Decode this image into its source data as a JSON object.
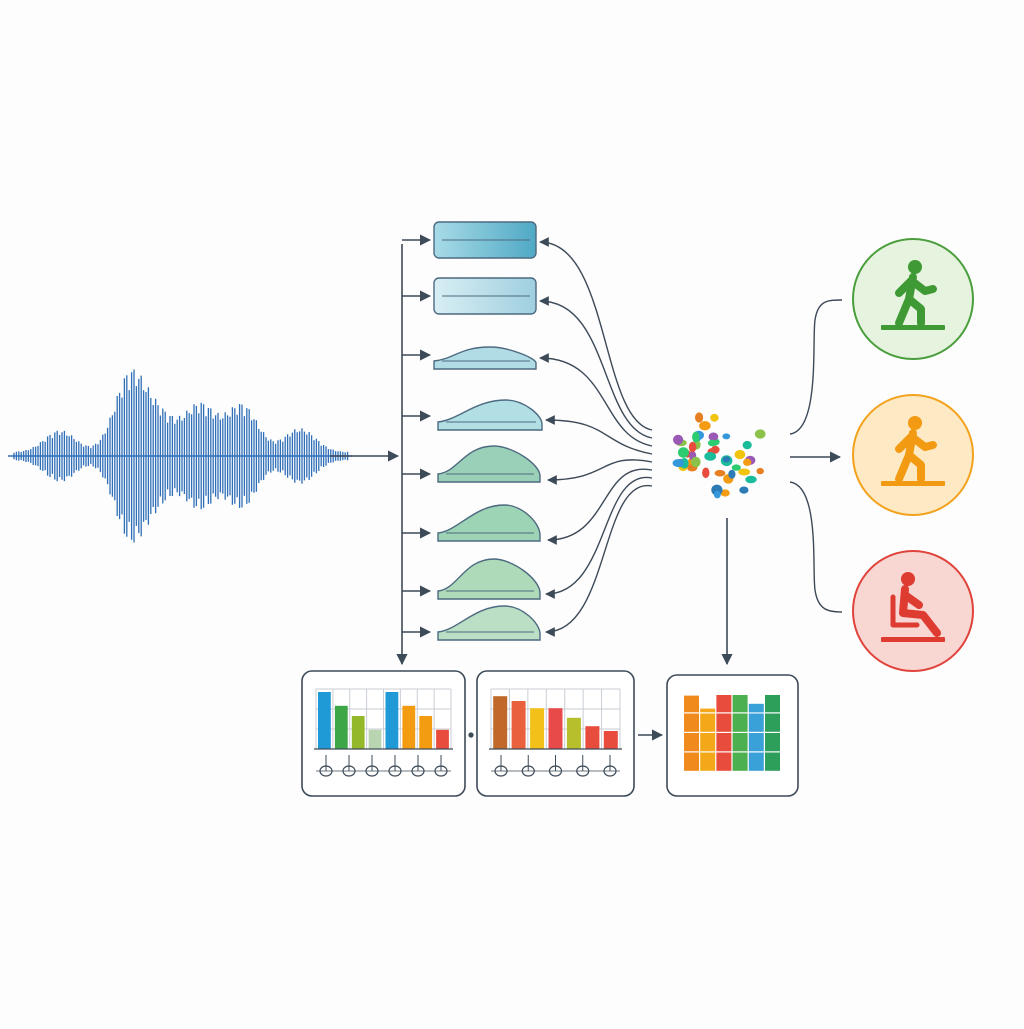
{
  "colors": {
    "connector": "#3d4a58",
    "waveform": "#2f6fb7",
    "panel_top": "#5ab0c8",
    "panel_bottom": "#6cbf8a",
    "walking_ring": "#4a9e3c",
    "walking_fill": "#e6f3df",
    "running_ring": "#f2a21c",
    "running_fill": "#fde9c4",
    "sitting_ring": "#e0433b",
    "sitting_fill": "#f8d6d2"
  },
  "spectral_bands": {
    "count": 8,
    "palette": [
      "#5ab7cf",
      "#9fd3e0",
      "#a8d8e3",
      "#a9dbe0",
      "#8fcbb0",
      "#93cfae",
      "#a6d6b1",
      "#b2dbbf"
    ]
  },
  "feature_cluster": {
    "palette": [
      "#e74c3c",
      "#f39c12",
      "#3498db",
      "#2ecc71",
      "#9b59b6",
      "#1abc9c",
      "#f1c40f",
      "#e67e22",
      "#2c7bb6",
      "#8bc34a"
    ]
  },
  "activity_classes": [
    {
      "name": "walking-class-icon",
      "icon": "walking-person-icon",
      "ring": "#4a9e3c",
      "fill": "#e6f3df",
      "figure": "#3f9a35"
    },
    {
      "name": "running-class-icon",
      "icon": "running-person-icon",
      "ring": "#f2a21c",
      "fill": "#fde9c4",
      "figure": "#f29a12"
    },
    {
      "name": "sitting-class-icon",
      "icon": "sitting-person-icon",
      "ring": "#e0433b",
      "fill": "#f8d6d2",
      "figure": "#de3b31"
    }
  ],
  "chart_panels": [
    {
      "name": "feature-histogram-panel-1",
      "bars": [
        0.95,
        0.72,
        0.55,
        0.32,
        0.95,
        0.72,
        0.55,
        0.32
      ],
      "colors": [
        "#1f9ad6",
        "#3da647",
        "#93b92b",
        "#b8d4b0",
        "#1f9ad6",
        "#f39c12",
        "#f39c12",
        "#e74c3c"
      ]
    },
    {
      "name": "feature-histogram-panel-2",
      "bars": [
        0.88,
        0.8,
        0.68,
        0.68,
        0.52,
        0.38,
        0.3
      ],
      "colors": [
        "#c0692a",
        "#e8603c",
        "#f3c01a",
        "#e84a4a",
        "#b7c02c",
        "#e74c3c",
        "#e74c3c"
      ]
    }
  ],
  "result_matrix": {
    "rows": 4,
    "cols": 6,
    "top_fill": [
      0.92,
      0.25,
      0.95,
      0.95,
      0.5,
      0.95
    ],
    "palette": [
      "#f08a1c",
      "#f3a81a",
      "#e74c3c",
      "#4caf50",
      "#3aa0d8",
      "#2e9e5b"
    ]
  }
}
